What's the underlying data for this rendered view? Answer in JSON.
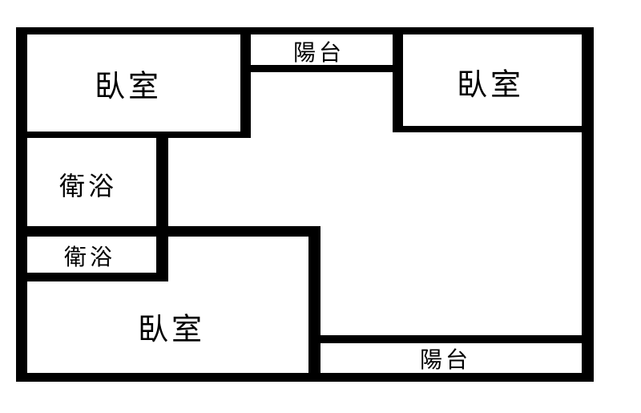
{
  "floor_plan": {
    "rooms": {
      "bedroom_top_left": "臥室",
      "balcony_top": "陽台",
      "bedroom_top_right": "臥室",
      "bathroom_1": "衛浴",
      "bathroom_2": "衛浴",
      "bedroom_bottom": "臥室",
      "balcony_bottom": "陽台"
    },
    "colors": {
      "wall": "#000000",
      "background": "#ffffff"
    }
  }
}
